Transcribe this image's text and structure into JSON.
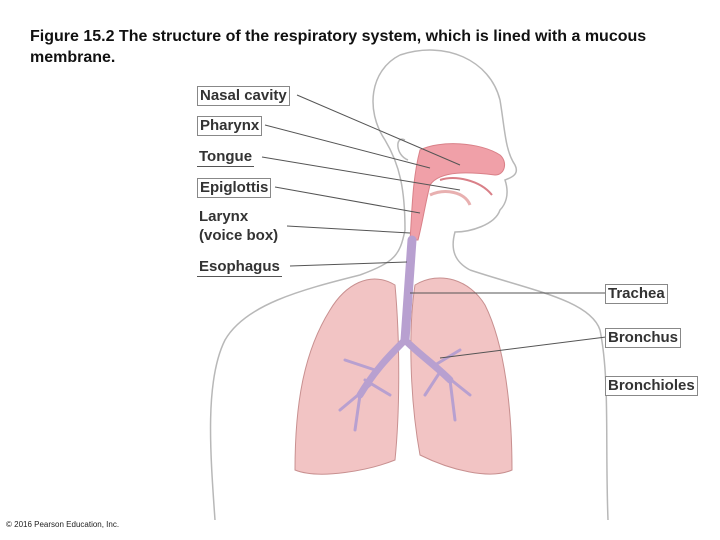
{
  "figure": {
    "caption": "Figure 15.2  The structure of the respiratory system, which is lined with a mucous membrane.",
    "copyright": "© 2016 Pearson Education, Inc."
  },
  "labels": {
    "nasal_cavity": "Nasal cavity",
    "pharynx": "Pharynx",
    "tongue": "Tongue",
    "epiglottis": "Epiglottis",
    "larynx": "Larynx",
    "larynx_note": "(voice box)",
    "esophagus": "Esophagus",
    "trachea": "Trachea",
    "bronchus": "Bronchus",
    "bronchioles": "Bronchioles"
  },
  "colors": {
    "lung": "#f2c4c4",
    "airway": "#f0a0a8",
    "bronchi": "#b8a0d0",
    "outline": "#b0b0b0"
  }
}
